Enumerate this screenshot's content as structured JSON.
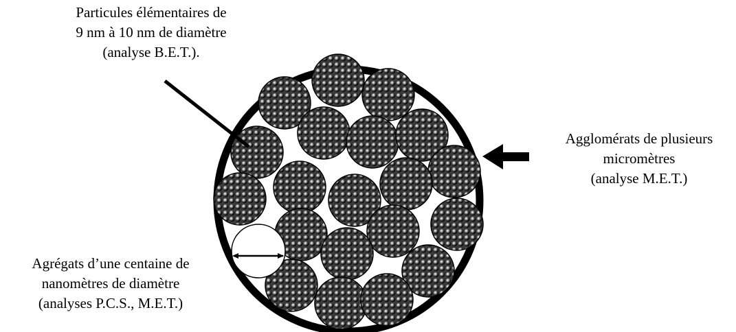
{
  "labels": {
    "particles": {
      "lines": [
        "Particules élémentaires de",
        "9 nm à 10 nm de diamètre",
        "(analyse B.E.T.)."
      ]
    },
    "agglomerates": {
      "lines": [
        "Agglomérats de plusieurs",
        "micromètres",
        "(analyse M.E.T.)"
      ]
    },
    "aggregates": {
      "lines": [
        "Agrégats d’une centaine de",
        "nanomètres de diamètre",
        "(analyses P.C.S., M.E.T.)"
      ]
    }
  },
  "colors": {
    "outline": "#000000",
    "background": "#ffffff",
    "particle_dot": "#1a1a1a",
    "particle_highlight": "#ffffff"
  }
}
